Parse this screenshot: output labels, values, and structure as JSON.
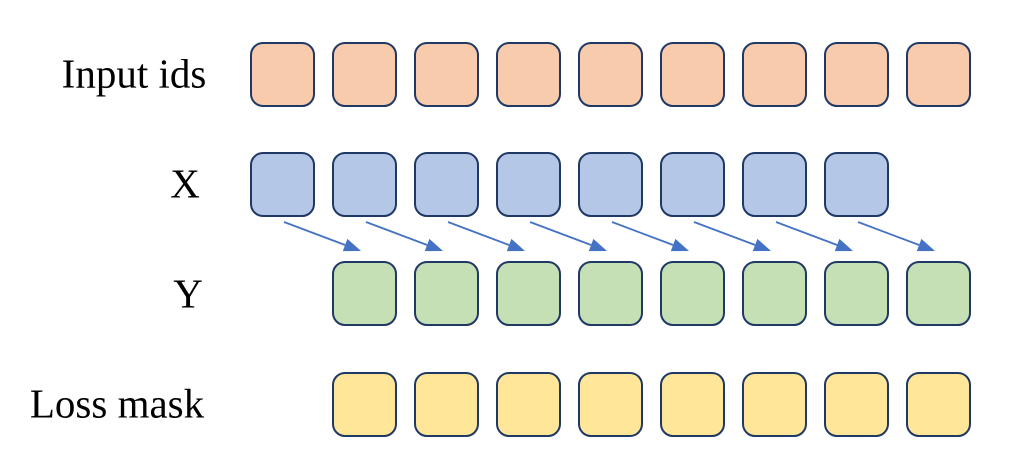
{
  "diagram": {
    "description": "Next-token prediction training data layout",
    "rows": [
      {
        "key": "input-ids",
        "label": "Input ids",
        "box_count": 9,
        "fill": "#F8CBAD",
        "start_column": 0
      },
      {
        "key": "x",
        "label": "X",
        "box_count": 8,
        "fill": "#B4C7E7",
        "start_column": 0
      },
      {
        "key": "y",
        "label": "Y",
        "box_count": 8,
        "fill": "#C5E0B4",
        "start_column": 1
      },
      {
        "key": "loss-mask",
        "label": "Loss mask",
        "box_count": 8,
        "fill": "#FFE699",
        "start_column": 1
      }
    ],
    "arrows": {
      "count": 8,
      "color": "#4472C4",
      "from_row": "X",
      "to_row": "Y",
      "direction": "down-right"
    },
    "colors": {
      "box_border": "#1F3864",
      "background": "#FFFFFF",
      "label_text": "#000000"
    }
  }
}
